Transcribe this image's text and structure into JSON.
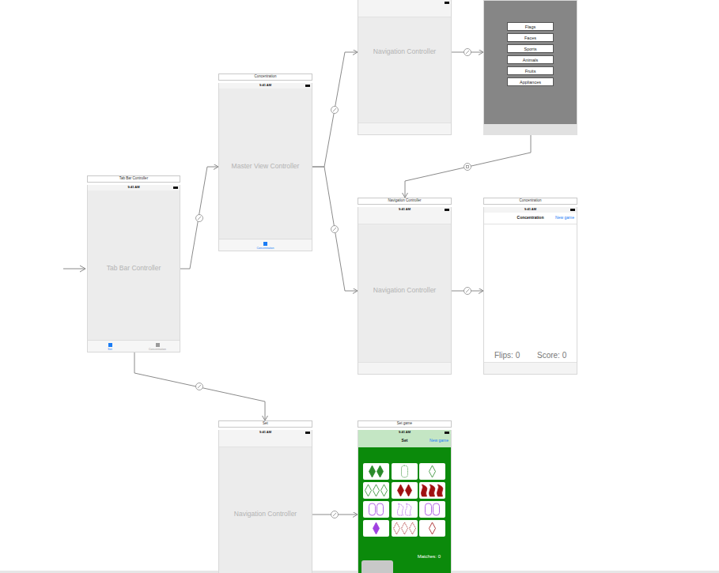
{
  "diagram": {
    "nodes": [
      {
        "text": [
          "Tab Bar Controller",
          "9:41 AM",
          "Tab Bar Controller",
          "Set",
          "Concentration"
        ]
      },
      {
        "text": [
          "Concentration",
          "9:41 AM",
          "Master View Controller",
          "Concentration"
        ]
      },
      {
        "text": [
          "Navigation Controller"
        ]
      },
      {
        "text": []
      },
      {
        "text": [
          "Flags"
        ],
        "in": 3
      },
      {
        "text": [
          "Faces"
        ],
        "in": 3
      },
      {
        "text": [
          "Sports"
        ],
        "in": 3
      },
      {
        "text": [
          "Animals"
        ],
        "in": 3
      },
      {
        "text": [
          "Fruits"
        ],
        "in": 3
      },
      {
        "text": [
          "Appliances"
        ],
        "in": 3
      },
      {
        "text": [
          "Navigation Controller",
          "9:41 AM",
          "Navigation Controller"
        ]
      },
      {
        "text": [
          "Concentration",
          "9:41 AM",
          "Concentration",
          "New game",
          "Flips: 0",
          "Score: 0"
        ]
      },
      {
        "text": [
          "Set",
          "9:41 AM",
          "Navigation Controller"
        ]
      },
      {
        "text": [
          "Set game",
          "9:41 AM",
          "Set",
          "New game",
          "Matches: 0"
        ]
      }
    ],
    "edges": [
      {
        "from": 0,
        "to": 1,
        "arrow": "to"
      },
      {
        "from": 0,
        "to": 12,
        "arrow": "to"
      },
      {
        "from": 1,
        "to": 2,
        "arrow": "to"
      },
      {
        "from": 1,
        "to": 10,
        "arrow": "to"
      },
      {
        "from": 2,
        "to": 3,
        "arrow": "to"
      },
      {
        "from": 3,
        "to": 10,
        "arrow": "to"
      },
      {
        "from": 10,
        "to": 11,
        "arrow": "to"
      },
      {
        "from": 12,
        "to": 13,
        "arrow": "to"
      }
    ]
  }
}
